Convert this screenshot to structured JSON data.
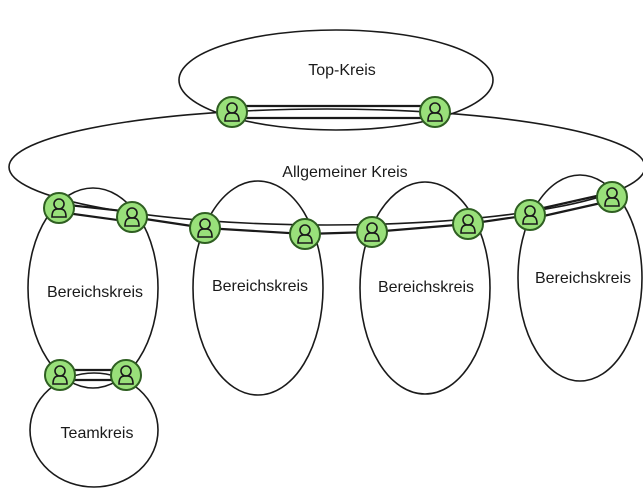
{
  "colors": {
    "line": "#1a1a1a",
    "node_fill": "#99e07a",
    "node_stroke": "#2f5f22",
    "background": "#ffffff"
  },
  "circles": {
    "top": "Top-Kreis",
    "general": "Allgemeiner Kreis",
    "area_1": "Bereichskreis",
    "area_2": "Bereichskreis",
    "area_3": "Bereichskreis",
    "area_4": "Bereichskreis",
    "team": "Teamkreis"
  },
  "node_icon": "person-icon"
}
